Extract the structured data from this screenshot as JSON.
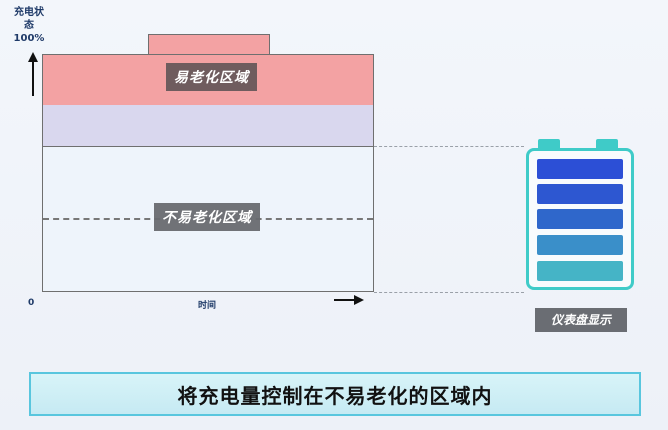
{
  "y_axis": {
    "label_line1": "充电状态",
    "label_line2": "100%",
    "origin": "0"
  },
  "x_axis": {
    "label": "时间"
  },
  "zones": {
    "easy_aging": "易老化区域",
    "not_easy_aging": "不易老化区域"
  },
  "dashboard": {
    "label": "仪表盘显示"
  },
  "banner": {
    "text": "将充电量控制在不易老化的区域内"
  },
  "colors": {
    "easy_zone": "#f3a2a3",
    "buffer_zone": "#d9d7ee",
    "usable_zone": "#eef4fb",
    "battery_outline": "#3fcbc8",
    "battery_cells": [
      "#2c4fd6",
      "#2d57d1",
      "#2f67cb",
      "#3a8fc9",
      "#45b4c6"
    ]
  }
}
